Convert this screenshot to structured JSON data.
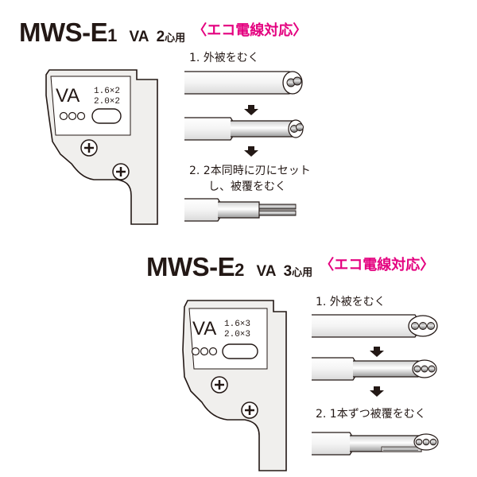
{
  "colors": {
    "ink": "#231815",
    "accent": "#e4007f",
    "tool_fill": "#f0efed",
    "cable_fill": "#e8e8e8"
  },
  "product1": {
    "model": "MWS-E",
    "model_num": "1",
    "va": "VA",
    "va_num": "2",
    "va_suffix": "心用",
    "eco_label": "〈エコ電線対応〉",
    "tool_label": "VA",
    "sizes": [
      "1.6×2",
      "2.0×2"
    ],
    "step1": "1. 外被をむく",
    "step2_line1": "2. 2本同時に刃にセット",
    "step2_line2": "し、被覆をむく"
  },
  "product2": {
    "model": "MWS-E",
    "model_num": "2",
    "va": "VA",
    "va_num": "3",
    "va_suffix": "心用",
    "eco_label": "〈エコ電線対応〉",
    "tool_label": "VA",
    "sizes": [
      "1.6×3",
      "2.0×3"
    ],
    "step1": "1. 外被をむく",
    "step2": "2. 1本ずつ被覆をむく"
  }
}
